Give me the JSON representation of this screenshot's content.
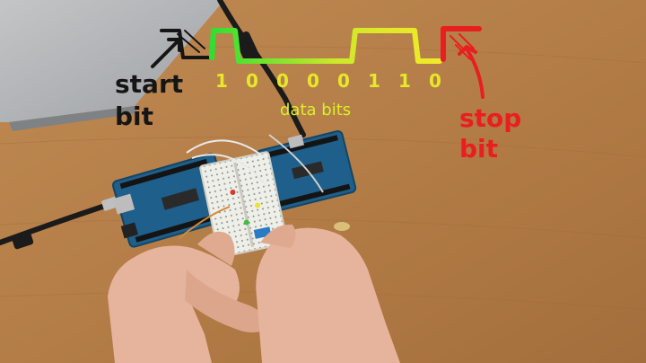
{
  "annotations": {
    "start_line1": "start",
    "start_line2": "bit",
    "data_label": "data bits",
    "stop_line1": "stop",
    "stop_line2": "bit",
    "bits": [
      "1",
      "0",
      "0",
      "0",
      "0",
      "1",
      "1",
      "0"
    ]
  },
  "colors": {
    "start_text": "#151515",
    "stop_text": "#e81f1f",
    "data_text": "#d9ef2a",
    "wave_green": "#33e233",
    "wave_yellow": "#f2ea28",
    "wave_red": "#e81f1f",
    "desk": "#b07a45"
  },
  "icons": [
    "laptop",
    "arduino-board",
    "arduino-board",
    "breadboard",
    "usb-cable",
    "hand",
    "hand"
  ]
}
